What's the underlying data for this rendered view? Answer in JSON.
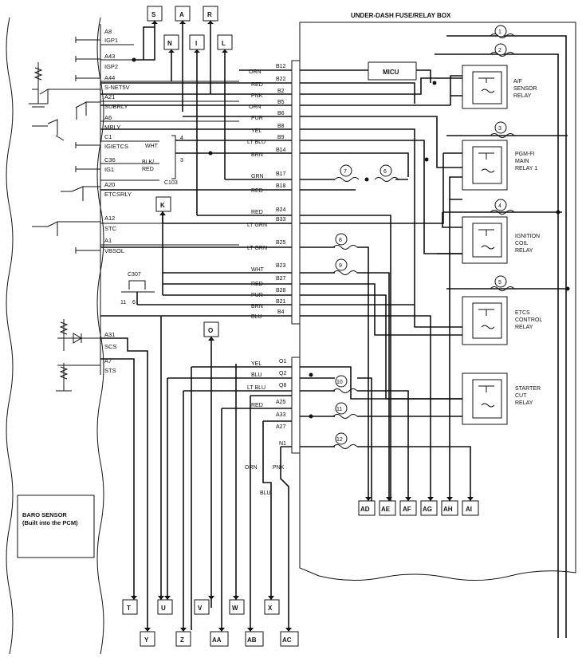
{
  "fuse_box": {
    "title": "UNDER-DASH FUSE/RELAY BOX",
    "micu": "MICU"
  },
  "pcm": {
    "pins": [
      {
        "pin": "A8",
        "name": "IGP1"
      },
      {
        "pin": "A43",
        "name": "IGP2"
      },
      {
        "pin": "A44",
        "name": "S-NET5V"
      },
      {
        "pin": "A21",
        "name": "SUBRLY"
      },
      {
        "pin": "A6",
        "name": "MRLY"
      },
      {
        "pin": "C1",
        "name": "IGIETCS"
      },
      {
        "pin": "C36",
        "name": "IG1"
      },
      {
        "pin": "A20",
        "name": "ETCSRLY"
      },
      {
        "pin": "A12",
        "name": "STC"
      },
      {
        "pin": "A1",
        "name": "VBSOL"
      },
      {
        "pin": "A31",
        "name": "SCS"
      },
      {
        "pin": "A7",
        "name": "STS"
      }
    ],
    "baro_sensor": "BARO SENSOR",
    "baro_sensor_note": "(Built into the PCM)"
  },
  "connector_c103": {
    "name": "C103",
    "pin4": "4",
    "pin3": "3",
    "wire4": "WHT",
    "wire3a": "BLK/",
    "wire3b": "RED"
  },
  "connector_c307": {
    "name": "C307",
    "pin11": "11",
    "pin6": "6"
  },
  "fuse_box_wires": [
    {
      "color": "ORN",
      "pin": "B12"
    },
    {
      "color": "RED",
      "pin": "B22"
    },
    {
      "color": "PNK",
      "pin": "B2"
    },
    {
      "color": "ORN",
      "pin": "B5"
    },
    {
      "color": "PUR",
      "pin": "B6"
    },
    {
      "color": "YEL",
      "pin": "B8"
    },
    {
      "color": "LT BLU",
      "pin": "B9"
    },
    {
      "color": "BRN",
      "pin": "B14"
    },
    {
      "color": "GRN",
      "pin": "B17"
    },
    {
      "color": "RED",
      "pin": "B18"
    },
    {
      "color": "RED",
      "pin": "B24"
    },
    {
      "color": "LT GRN",
      "pin": "B33"
    },
    {
      "color": "LT GRN",
      "pin": "B25"
    },
    {
      "color": "WHT",
      "pin": "B23"
    },
    {
      "color": "RED",
      "pin": "B27"
    },
    {
      "color": "PUR",
      "pin": "B28"
    },
    {
      "color": "BRN",
      "pin": "B21"
    },
    {
      "color": "BLU",
      "pin": "B4"
    },
    {
      "color": "YEL",
      "pin": "O1"
    },
    {
      "color": "BLU",
      "pin": "Q2"
    },
    {
      "color": "LT BLU",
      "pin": "Q8"
    },
    {
      "color": "",
      "pin": "A25"
    },
    {
      "color": "RED",
      "pin": "A33"
    },
    {
      "color": "",
      "pin": "A27"
    },
    {
      "color": "",
      "pin": "N1"
    }
  ],
  "relays": [
    {
      "lines": [
        "A/F",
        "SENSOR",
        "RELAY"
      ]
    },
    {
      "lines": [
        "PGM-FI",
        "MAIN",
        "RELAY 1"
      ]
    },
    {
      "lines": [
        "IGNITION",
        "COIL",
        "RELAY"
      ]
    },
    {
      "lines": [
        "ETCS",
        "CONTROL",
        "RELAY"
      ]
    },
    {
      "lines": [
        "STARTER",
        "CUT",
        "RELAY"
      ]
    }
  ],
  "fuses": [
    "1",
    "2",
    "3",
    "4",
    "5",
    "6",
    "7",
    "8",
    "9",
    "10",
    "11",
    "12"
  ],
  "bottom_wires": {
    "orn": "ORN",
    "blu": "BLU",
    "pnk": "PNK"
  },
  "connectors_top": [
    "S",
    "A",
    "R",
    "N",
    "I",
    "L"
  ],
  "connectors_mid": [
    "K",
    "O"
  ],
  "connectors_right": [
    "AD",
    "AE",
    "AF",
    "AG",
    "AH",
    "AI"
  ],
  "connectors_bottom_row1": [
    "T",
    "U",
    "V",
    "W",
    "X"
  ],
  "connectors_bottom_row2": [
    "Y",
    "Z",
    "AA",
    "AB",
    "AC"
  ]
}
